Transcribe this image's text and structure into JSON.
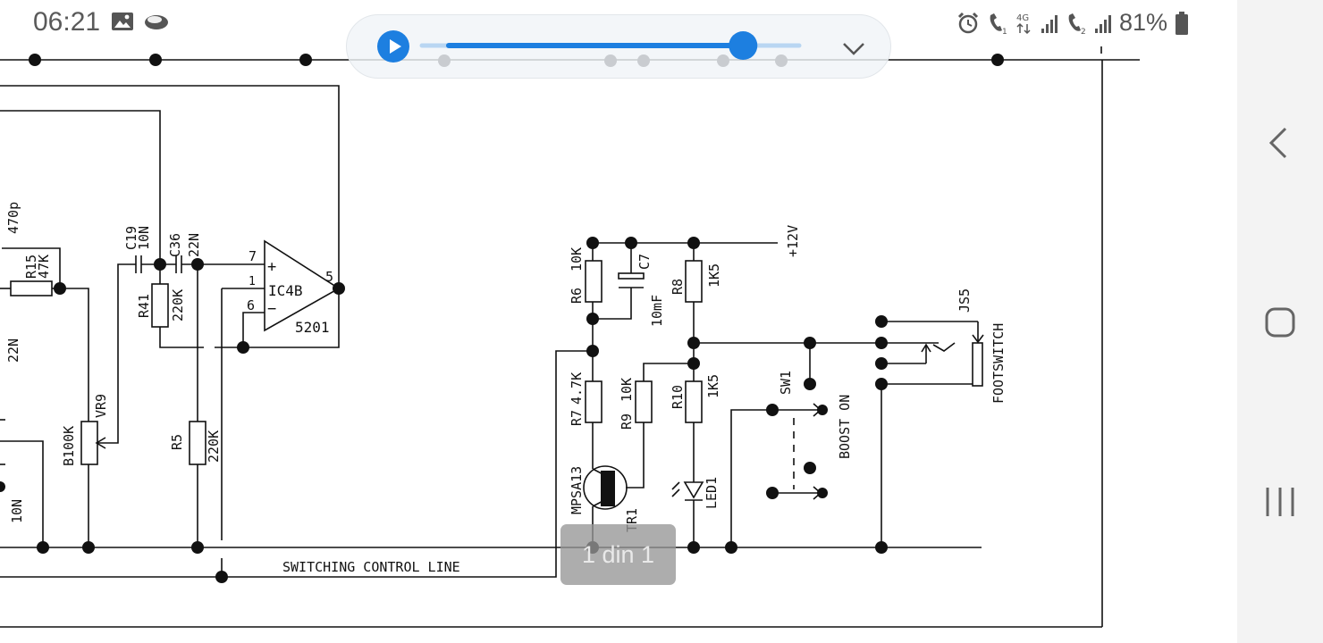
{
  "status_bar": {
    "time": "06:21",
    "battery": "81%",
    "icons": [
      "image-icon",
      "cloud-icon",
      "alarm-icon",
      "call-sim1-icon",
      "4g-icon",
      "signal-icon",
      "call-sim2-icon",
      "signal2-icon",
      "battery-icon"
    ]
  },
  "media_player": {
    "progress": 0.84,
    "play_icon": "play-icon",
    "collapse_icon": "chevron-down-icon"
  },
  "schematic": {
    "labels": {
      "c_470p": "470p",
      "r15": "R15",
      "r15_val": "47K",
      "c19": "C19",
      "c19_val": "10N",
      "c36": "C36",
      "c36_val": "22N",
      "r41": "R41",
      "r41_val": "220K",
      "c22n_left": "22N",
      "vr9": "VR9",
      "b100k": "B100K",
      "r5": "R5",
      "r5_val": "220K",
      "c10n_left": "10N",
      "ic4b": "IC4B",
      "ic_part": "5201",
      "pin7": "7",
      "pin1": "1",
      "pin6": "6",
      "pin5": "5",
      "plus": "+",
      "minus": "−",
      "r6": "R6",
      "r6_val": "10K",
      "c7": "C7",
      "c7_val": "10mF",
      "r8": "R8",
      "r8_val": "1K5",
      "v12": "+12V",
      "r7": "R7",
      "r7_val": "4.7K",
      "r9": "R9",
      "r9_val": "10K",
      "r10": "R10",
      "r10_val": "1K5",
      "mpsa13": "MPSA13",
      "tr1": "TR1",
      "led1": "LED1",
      "sw1": "SW1",
      "boost_on": "BOOST ON",
      "js5": "JS5",
      "footswitch": "FOOTSWITCH",
      "switching_line": "SWITCHING CONTROL LINE"
    }
  },
  "page_indicator": "1 din 1",
  "nav_bar": {
    "back": "back-icon",
    "home": "home-icon",
    "recents": "recents-icon"
  }
}
